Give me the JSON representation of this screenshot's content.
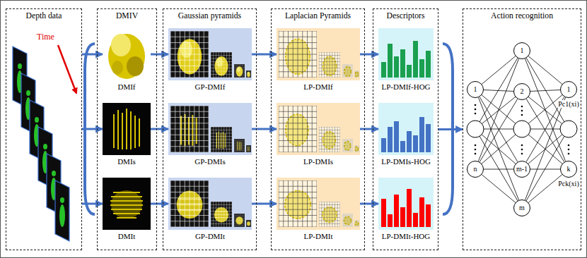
{
  "diagram": {
    "nodes": [
      {
        "text": [
          "Depth data"
        ]
      },
      {
        "text": [
          "DMIV"
        ]
      },
      {
        "text": [
          "DMIf"
        ],
        "in": 1
      },
      {
        "text": [
          "DMIs"
        ],
        "in": 1
      },
      {
        "text": [
          "DMIt"
        ],
        "in": 1
      },
      {
        "text": [
          "Gaussian pyramids"
        ]
      },
      {
        "text": [
          "GP-DMIf"
        ],
        "in": 5
      },
      {
        "text": [
          "GP-DMIs"
        ],
        "in": 5
      },
      {
        "text": [
          "GP-DMIt"
        ],
        "in": 5
      },
      {
        "text": [
          "Laplacian Pyramids"
        ]
      },
      {
        "text": [
          "LP-DMIf"
        ],
        "in": 9
      },
      {
        "text": [
          "LP-DMIs"
        ],
        "in": 9
      },
      {
        "text": [
          "LP-DMIt"
        ],
        "in": 9
      },
      {
        "text": [
          "Descriptors"
        ]
      },
      {
        "text": [
          "LP-DMIf-HOG"
        ],
        "in": 13
      },
      {
        "text": [
          "LP-DMIs-HOG"
        ],
        "in": 13
      },
      {
        "text": [
          "LP-DMIt-HOG"
        ],
        "in": 13
      },
      {
        "text": [
          "Action recognition"
        ]
      },
      {
        "text": [
          "1"
        ],
        "in": 17
      },
      {
        "text": [
          "n"
        ],
        "in": 17
      },
      {
        "text": [
          "1"
        ],
        "in": 17
      },
      {
        "text": [
          "2"
        ],
        "in": 17
      },
      {
        "text": [
          "m-1"
        ],
        "in": 17
      },
      {
        "text": [
          "m"
        ],
        "in": 17
      },
      {
        "text": [
          "1"
        ],
        "in": 17
      },
      {
        "text": [
          "k"
        ],
        "in": 17
      }
    ],
    "edges": [
      {
        "from": 0,
        "to": 2,
        "arrow": "to"
      },
      {
        "from": 0,
        "to": 3,
        "arrow": "to"
      },
      {
        "from": 0,
        "to": 4,
        "arrow": "to"
      },
      {
        "from": 2,
        "to": 6,
        "arrow": "to"
      },
      {
        "from": 3,
        "to": 7,
        "arrow": "to"
      },
      {
        "from": 4,
        "to": 8,
        "arrow": "to"
      },
      {
        "from": 6,
        "to": 10,
        "arrow": "to"
      },
      {
        "from": 7,
        "to": 11,
        "arrow": "to"
      },
      {
        "from": 8,
        "to": 12,
        "arrow": "to"
      },
      {
        "from": 10,
        "to": 14,
        "arrow": "to"
      },
      {
        "from": 11,
        "to": 15,
        "arrow": "to"
      },
      {
        "from": 12,
        "to": 16,
        "arrow": "to"
      },
      {
        "from": 13,
        "to": 17,
        "arrow": "to"
      },
      {
        "from": 18,
        "to": 20,
        "arrow": "none"
      },
      {
        "from": 18,
        "to": 21,
        "arrow": "none"
      },
      {
        "from": 18,
        "to": 22,
        "arrow": "none"
      },
      {
        "from": 18,
        "to": 23,
        "arrow": "none"
      },
      {
        "from": 19,
        "to": 20,
        "arrow": "none"
      },
      {
        "from": 19,
        "to": 21,
        "arrow": "none"
      },
      {
        "from": 19,
        "to": 22,
        "arrow": "none"
      },
      {
        "from": 19,
        "to": 23,
        "arrow": "none"
      },
      {
        "from": 20,
        "to": 24,
        "arrow": "none"
      },
      {
        "from": 20,
        "to": 25,
        "arrow": "none"
      },
      {
        "from": 21,
        "to": 24,
        "arrow": "none"
      },
      {
        "from": 21,
        "to": 25,
        "arrow": "none"
      },
      {
        "from": 22,
        "to": 24,
        "arrow": "none"
      },
      {
        "from": 22,
        "to": 25,
        "arrow": "none"
      },
      {
        "from": 23,
        "to": 24,
        "arrow": "none"
      },
      {
        "from": 23,
        "to": 25,
        "arrow": "none"
      }
    ],
    "labels": [
      "Time",
      "Pc1(xi)",
      "Pck(xi)"
    ]
  }
}
